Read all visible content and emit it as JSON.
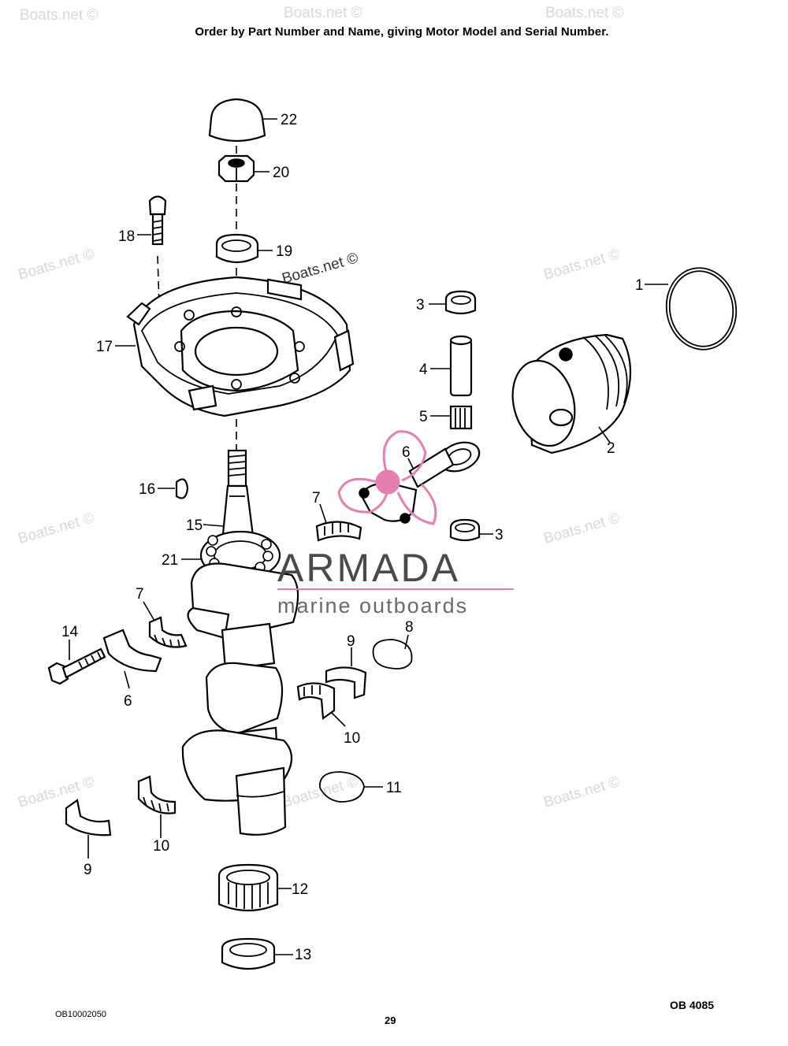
{
  "header": {
    "instruction": "Order by Part Number and Name, giving Motor Model and Serial Number."
  },
  "footer": {
    "left_code": "OB10002050",
    "page_number": "29",
    "right_code": "OB 4085"
  },
  "watermark": {
    "text": "Boats.net ©"
  },
  "brand": {
    "name": "ARMADA",
    "tagline": "marine outboards"
  },
  "callouts": {
    "c1": "1",
    "c2": "2",
    "c3a": "3",
    "c3b": "3",
    "c4": "4",
    "c5": "5",
    "c6a": "6",
    "c6b": "6",
    "c7a": "7",
    "c7b": "7",
    "c8": "8",
    "c9a": "9",
    "c9b": "9",
    "c10a": "10",
    "c10b": "10",
    "c11": "11",
    "c12": "12",
    "c13": "13",
    "c14": "14",
    "c15": "15",
    "c16": "16",
    "c17": "17",
    "c18": "18",
    "c19": "19",
    "c20": "20",
    "c21": "21",
    "c22": "22"
  },
  "colors": {
    "logo_pink": "#e57fb0",
    "brand_gray": "#4a4a4a",
    "line": "#000000"
  }
}
